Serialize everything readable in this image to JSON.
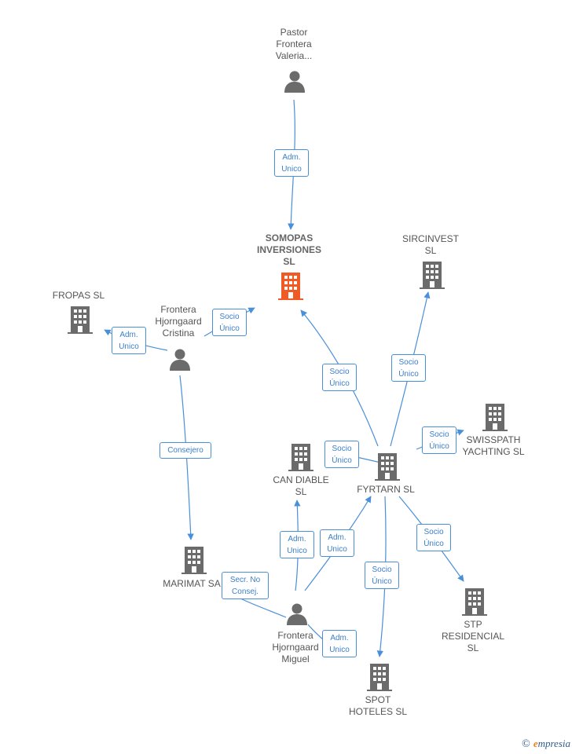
{
  "colors": {
    "edge": "#4a8fd9",
    "building": "#6b6b6b",
    "building_main": "#f05a24",
    "person": "#6b6b6b"
  },
  "nodes": {
    "pastor": {
      "label": "Pastor\nFrontera\nValeria...",
      "icon": "person-icon"
    },
    "somopas": {
      "label": "SOMOPAS\nINVERSIONES\nSL",
      "icon": "building-icon"
    },
    "sircinvest": {
      "label": "SIRCINVEST\nSL",
      "icon": "building-icon"
    },
    "fropas": {
      "label": "FROPAS  SL",
      "icon": "building-icon"
    },
    "cristina": {
      "label": "Frontera\nHjorngaard\nCristina",
      "icon": "person-icon"
    },
    "swisspath": {
      "label": "SWISSPATH\nYACHTING  SL",
      "icon": "building-icon"
    },
    "candiable": {
      "label": "CAN DIABLE\nSL",
      "icon": "building-icon"
    },
    "fyrtarn": {
      "label": "FYRTARN  SL",
      "icon": "building-icon"
    },
    "marimat": {
      "label": "MARIMAT SA",
      "icon": "building-icon"
    },
    "stp": {
      "label": "STP\nRESIDENCIAL\nSL",
      "icon": "building-icon"
    },
    "miguel": {
      "label": "Frontera\nHjorngaard\nMiguel",
      "icon": "person-icon"
    },
    "spot": {
      "label": "SPOT\nHOTELES  SL",
      "icon": "building-icon"
    }
  },
  "edges": {
    "e1": "Adm.\nUnico",
    "e2": "Socio\nÚnico",
    "e3": "Adm.\nUnico",
    "e4": "Socio\nÚnico",
    "e5": "Socio\nÚnico",
    "e6": "Socio\nÚnico",
    "e7": "Socio\nÚnico",
    "e8": "Consejero",
    "e9": "Adm.\nUnico",
    "e10": "Adm.\nUnico",
    "e11": "Secr.  No\nConsej.",
    "e12": "Socio\nÚnico",
    "e13": "Socio\nÚnico",
    "e14": "Adm.\nUnico"
  },
  "footer": {
    "copyright": "©",
    "brand_first": "e",
    "brand_rest": "mpresia"
  }
}
